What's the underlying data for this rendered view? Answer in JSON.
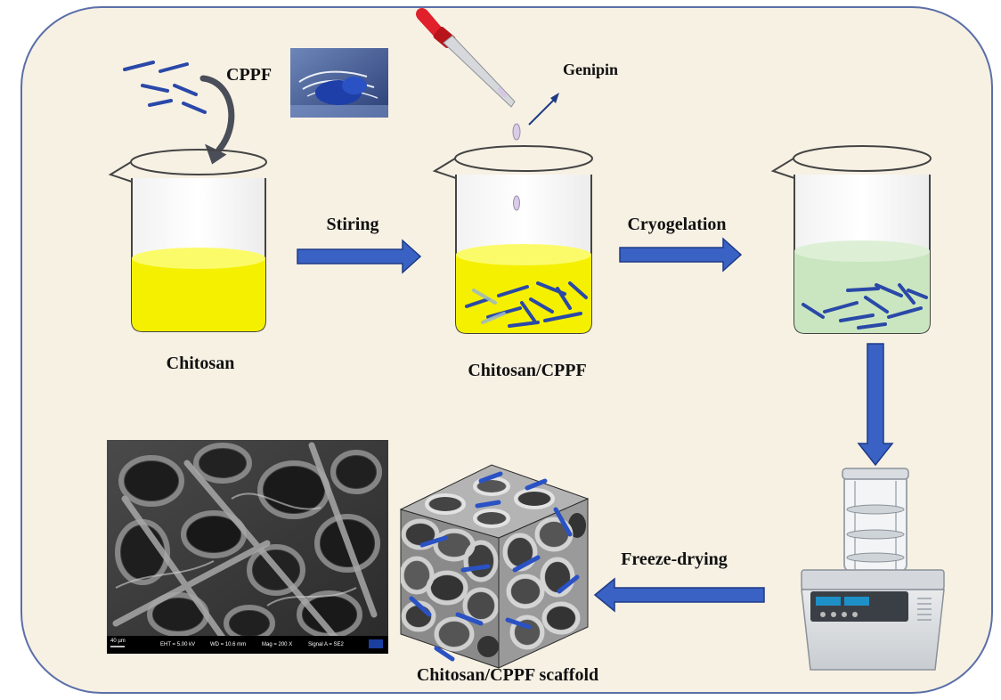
{
  "labels": {
    "cppf": "CPPF",
    "genipin": "Genipin",
    "stiring": "Stiring",
    "cryogelation": "Cryogelation",
    "chitosan": "Chitosan",
    "chitosan_cppf": "Chitosan/CPPF",
    "freeze_drying": "Freeze-drying",
    "scaffold": "Chitosan/CPPF  scaffold"
  },
  "sem_info": {
    "scale": "40 µm",
    "eht": "EHT = 5.00 kV",
    "wd": "WD = 10.6 mm",
    "mag": "Mag =  200 X",
    "signal": "Signal A = SE2"
  },
  "colors": {
    "panel_bg": "#f7f1e4",
    "panel_border": "#5b6fa8",
    "arrow_fill": "#3a62c4",
    "arrow_edge": "#1e3a86",
    "fiber": "#2a48a8",
    "chitosan_solution": "#f4f000",
    "cryogel_solution": "#c9e6c0"
  },
  "icons": [
    "curved-arrow-icon",
    "dropper-icon",
    "beaker-icon",
    "freeze-dryer-icon",
    "scaffold-cube-icon",
    "sem-micrograph"
  ]
}
